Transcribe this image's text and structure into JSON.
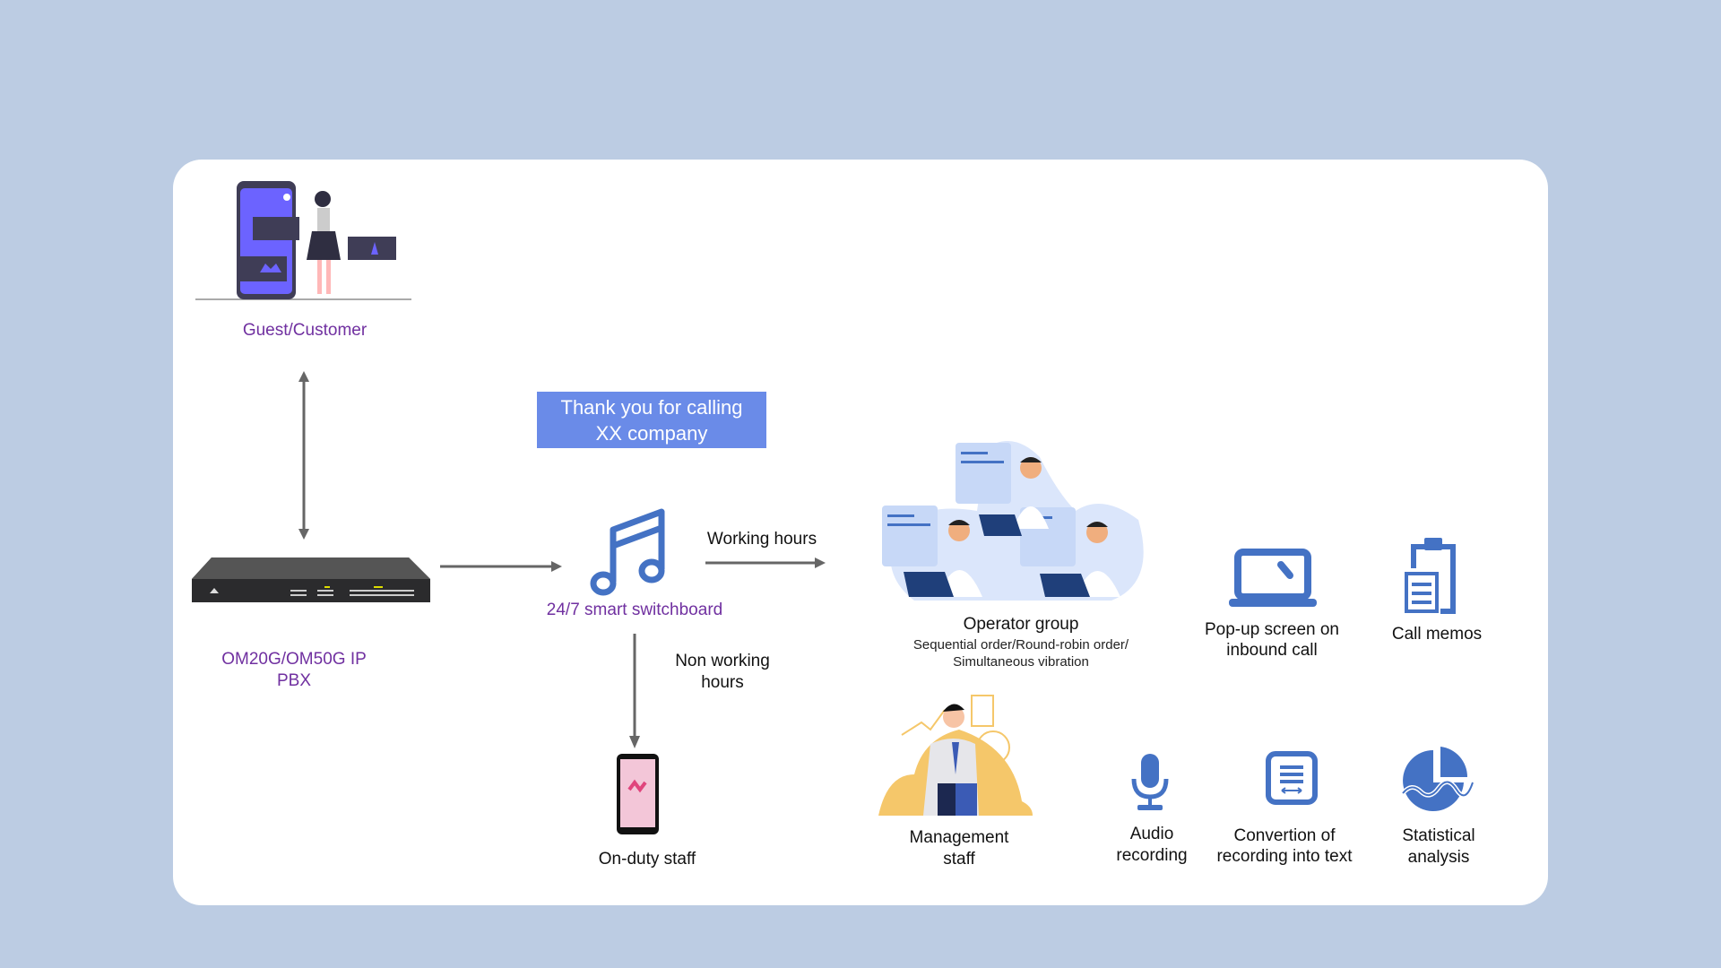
{
  "nodes": {
    "guest": {
      "label": "Guest/Customer",
      "icon": "customer-illustration"
    },
    "pbx": {
      "label_line1": "OM20G/OM50G IP",
      "label_line2": "PBX",
      "icon": "ip-pbx-device"
    },
    "greeting": {
      "line1": "Thank you for calling",
      "line2": "XX company"
    },
    "switchboard": {
      "label": "24/7 smart switchboard",
      "icon": "music-note-icon"
    },
    "operator_group": {
      "title": "Operator group",
      "sub_line1": "Sequential order/Round-robin order/",
      "sub_line2": "Simultaneous vibration",
      "icon": "operators-illustration"
    },
    "on_duty": {
      "label": "On-duty staff",
      "icon": "phone-icon"
    },
    "management": {
      "label_line1": "Management",
      "label_line2": "staff",
      "icon": "manager-illustration"
    }
  },
  "edges": {
    "working_hours": "Working hours",
    "non_working_line1": "Non working",
    "non_working_line2": "hours"
  },
  "features": [
    {
      "line1": "Pop-up screen on",
      "line2": "inbound call",
      "icon": "laptop-icon"
    },
    {
      "line1": "Call memos",
      "line2": "",
      "icon": "clipboard-icon"
    },
    {
      "line1": "Audio",
      "line2": "recording",
      "icon": "microphone-icon"
    },
    {
      "line1": "Convertion of",
      "line2": "recording into text",
      "icon": "document-icon"
    },
    {
      "line1": "Statistical",
      "line2": "analysis",
      "icon": "pie-chart-icon"
    }
  ],
  "colors": {
    "background": "#bccce3",
    "accent": "#4472c4",
    "label_purple": "#7030a0",
    "banner": "#6a8be8"
  }
}
